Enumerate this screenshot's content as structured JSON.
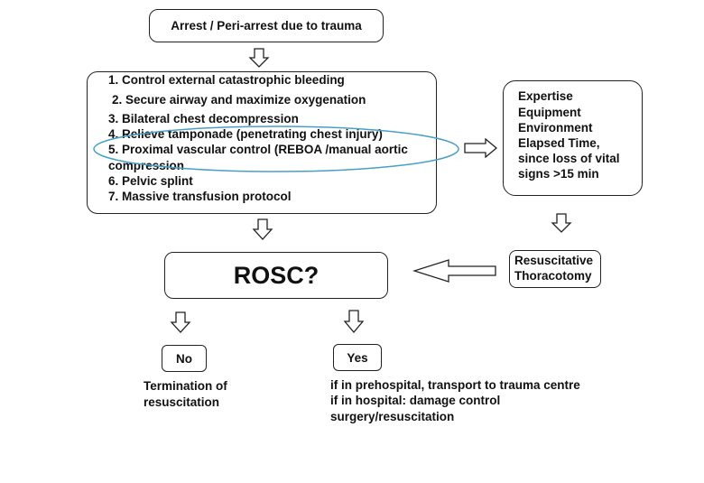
{
  "start": "Arrest / Peri-arrest due to trauma",
  "steps": [
    "1. Control external catastrophic bleeding",
    "2. Secure airway and maximize oxygenation",
    "3. Bilateral chest decompression",
    "4. Relieve tamponade (penetrating chest injury)",
    "5. Proximal vascular control (REBOA /manual aortic",
    "compression",
    "6. Pelvic splint",
    "7. Massive transfusion protocol"
  ],
  "criteria": [
    "Expertise",
    "Equipment",
    "Environment",
    "Elapsed Time,",
    "since loss of vital",
    "signs >15 min"
  ],
  "thoracotomy": [
    "Resuscitative",
    "Thoracotomy"
  ],
  "rosc": "ROSC?",
  "no": {
    "label": "No",
    "text": [
      "Termination of",
      "resuscitation"
    ]
  },
  "yes": {
    "label": "Yes",
    "text": [
      "if in prehospital, transport to trauma centre",
      "if in hospital: damage control",
      "surgery/resuscitation"
    ]
  },
  "colors": {
    "highlight": "#4a9fc8",
    "border": "#222222"
  }
}
